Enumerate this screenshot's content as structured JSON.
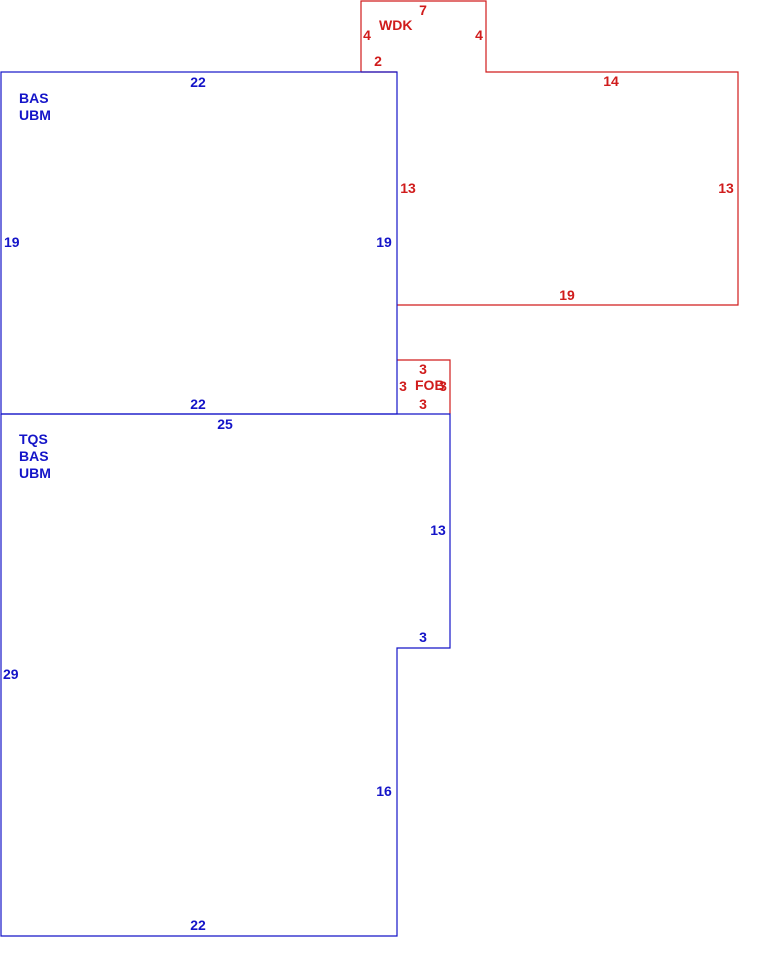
{
  "colors": {
    "main": "#1414c8",
    "addition": "#d01c1c",
    "background": "#ffffff"
  },
  "upper_area": {
    "codes": [
      "BAS",
      "UBM"
    ],
    "dims": {
      "top": "22",
      "left": "19",
      "right": "19",
      "bottom": "22"
    }
  },
  "lower_area": {
    "codes": [
      "TQS",
      "BAS",
      "UBM"
    ],
    "dims": {
      "top": "25",
      "right_upper": "13",
      "step": "3",
      "left": "29",
      "right_lower": "16",
      "bottom": "22"
    }
  },
  "wood_deck": {
    "code": "WDK",
    "dims": {
      "top": "7",
      "left": "4",
      "right": "4",
      "offset": "2",
      "top_right": "14",
      "inner_left": "13",
      "outer_right": "13",
      "bottom": "19"
    }
  },
  "porch": {
    "code": "FOB",
    "dims": {
      "top": "3",
      "left": "3",
      "right": "3",
      "bottom": "3"
    }
  }
}
